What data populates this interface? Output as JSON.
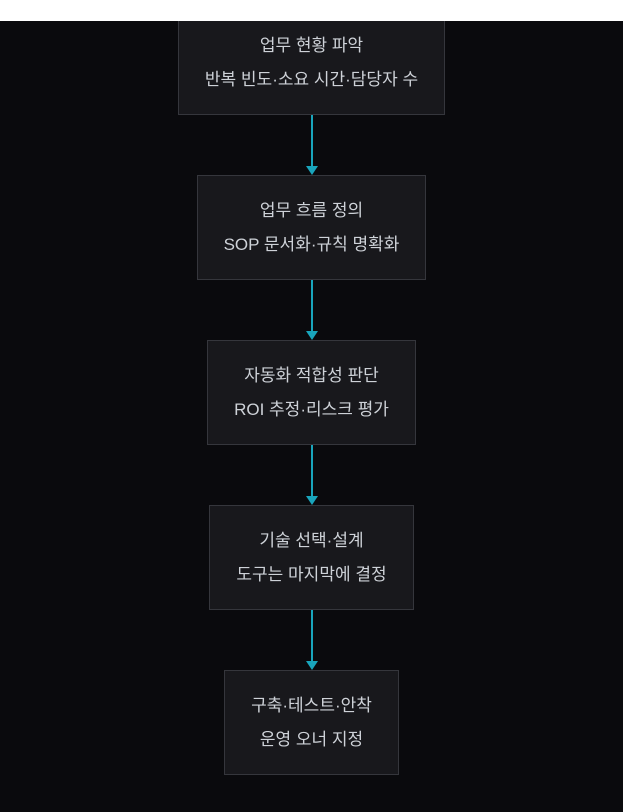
{
  "page": {
    "background_color": "#0a0a0d",
    "top_bar_color": "#ffffff"
  },
  "flowchart": {
    "box_background": "#18181c",
    "box_border_color": "#35363c",
    "text_color": "#ced2d8",
    "arrow_color": "#19a5bc",
    "steps": [
      {
        "title": "업무 현황 파악",
        "description": "반복 빈도·소요 시간·담당자 수"
      },
      {
        "title": "업무 흐름 정의",
        "description": "SOP 문서화·규칙 명확화"
      },
      {
        "title": "자동화 적합성 판단",
        "description": "ROI 추정·리스크 평가"
      },
      {
        "title": "기술 선택·설계",
        "description": "도구는 마지막에 결정"
      },
      {
        "title": "구축·테스트·안착",
        "description": "운영 오너 지정"
      }
    ]
  }
}
